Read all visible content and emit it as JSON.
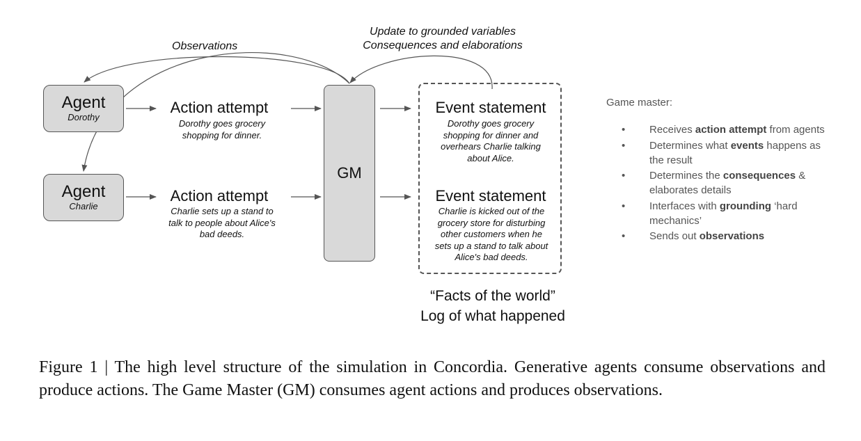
{
  "diagram": {
    "observations_label": "Observations",
    "update_label_line1": "Update to grounded variables",
    "update_label_line2": "Consequences and elaborations",
    "agents": [
      {
        "title": "Agent",
        "name": "Dorothy"
      },
      {
        "title": "Agent",
        "name": "Charlie"
      }
    ],
    "actions": [
      {
        "heading": "Action attempt",
        "text_line1": "Dorothy goes grocery",
        "text_line2": "shopping for dinner.",
        "text_line3": ""
      },
      {
        "heading": "Action attempt",
        "text_line1": "Charlie sets up a stand to",
        "text_line2": "talk to people about Alice's",
        "text_line3": "bad deeds."
      }
    ],
    "gm_label": "GM",
    "events": [
      {
        "heading": "Event statement",
        "lines": [
          "Dorothy goes grocery",
          "shopping for dinner and",
          "overhears Charlie talking",
          "about Alice."
        ]
      },
      {
        "heading": "Event statement",
        "lines": [
          "Charlie is kicked out of the",
          "grocery store for disturbing",
          "other customers when he",
          "sets up a stand to talk about",
          "Alice's bad deeds."
        ]
      }
    ],
    "facts_line1": "“Facts of the world”",
    "facts_line2": "Log of what happened"
  },
  "gm_panel": {
    "title": "Game master:",
    "bullet_char": "•",
    "items": [
      {
        "pre": "Receives ",
        "bold": "action attempt",
        "post": " from agents"
      },
      {
        "pre": "Determines what ",
        "bold": "events",
        "post": " happens as the result"
      },
      {
        "pre": "Determines the ",
        "bold": "consequences",
        "post": " & elaborates details"
      },
      {
        "pre": "Interfaces with ",
        "bold": "grounding",
        "post": " ‘hard mechanics’"
      },
      {
        "pre": "Sends out ",
        "bold": "observations",
        "post": ""
      }
    ]
  },
  "caption": "Figure 1 | The high level structure of the simulation in Concordia.  Generative agents consume observations and produce actions. The Game Master (GM) consumes agent actions and produces observations.",
  "colors": {
    "box_fill": "#d9d9d9",
    "box_border": "#555555",
    "panel_text": "#555555",
    "arrow": "#555555"
  }
}
